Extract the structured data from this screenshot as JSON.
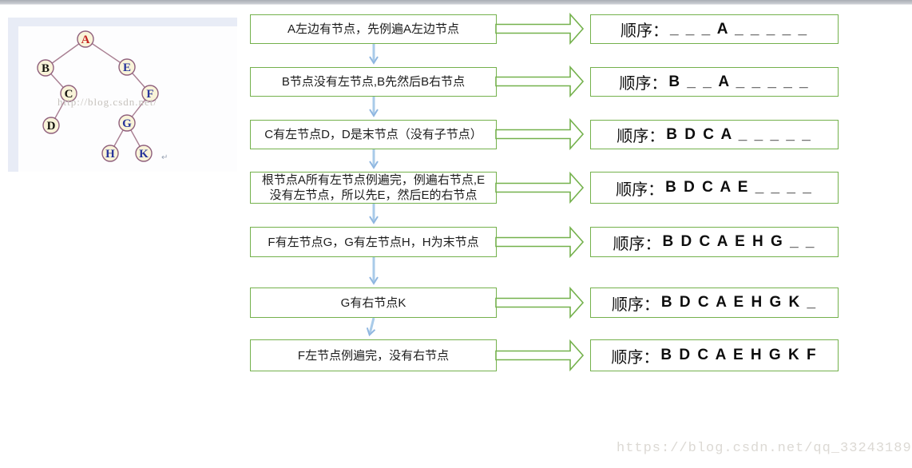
{
  "page": {
    "bottom_watermark": "https://blog.csdn.net/qq_33243189"
  },
  "colors": {
    "accent_green": "#74b14c",
    "arrow_blue": "#a9cbe9",
    "node_fill": "#f9f4d9",
    "node_border": "#8f5f7c",
    "edge_line": "#a97f92",
    "letter_red": "#c42320",
    "letter_black": "#15150f",
    "letter_navy": "#27359b",
    "watermark_gray": "#c6c2bd"
  },
  "tree_image": {
    "watermark": "http://blog.csdn.net/",
    "return_mark": "↵",
    "nodes": [
      {
        "id": "A",
        "label": "A",
        "color": "red"
      },
      {
        "id": "B",
        "label": "B",
        "color": "black"
      },
      {
        "id": "E",
        "label": "E",
        "color": "navy"
      },
      {
        "id": "C",
        "label": "C",
        "color": "black"
      },
      {
        "id": "F",
        "label": "F",
        "color": "navy"
      },
      {
        "id": "D",
        "label": "D",
        "color": "black"
      },
      {
        "id": "G",
        "label": "G",
        "color": "navy"
      },
      {
        "id": "H",
        "label": "H",
        "color": "navy"
      },
      {
        "id": "K",
        "label": "K",
        "color": "navy"
      }
    ],
    "edges": [
      "A-B",
      "A-E",
      "B-C",
      "C-D",
      "E-F",
      "F-G",
      "G-H",
      "G-K"
    ]
  },
  "flow": {
    "order_label": "顺序：",
    "steps": [
      {
        "line1": "A左边有节点，先例遍A左边节点",
        "order": "_ _ _ A _ _ _ _ _"
      },
      {
        "line1": "B节点没有左节点,B先然后B右节点",
        "order": "B _ _ A _ _ _ _ _"
      },
      {
        "line1": "C有左节点D，D是末节点（没有子节点）",
        "order": "B D C A _ _ _ _ _"
      },
      {
        "line1": "根节点A所有左节点例遍完，例遍右节点,E",
        "line2": "没有左节点，所以先E，然后E的右节点",
        "order": "B D C A E _ _ _ _"
      },
      {
        "line1": "F有左节点G，G有左节点H，H为末节点",
        "order": "B D C A E H G _ _"
      },
      {
        "line1": "G有右节点K",
        "order": "B D C A E H G K _"
      },
      {
        "line1": "F左节点例遍完，没有右节点",
        "order": "B D C A E H G K F"
      }
    ]
  }
}
